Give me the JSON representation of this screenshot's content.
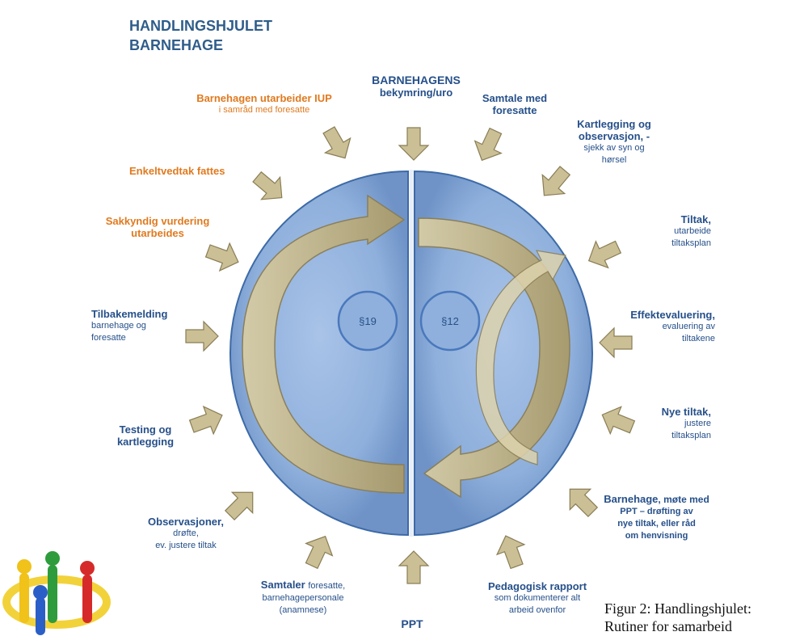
{
  "title": {
    "line1": "HANDLINGSHJULET",
    "line2": "BARNEHAGE"
  },
  "center": {
    "top": "BARNEHAGENS",
    "top_sub": "bekymring/uro",
    "left_para": "§19",
    "right_para": "§12",
    "bottom": "PPT"
  },
  "steps": {
    "iup": {
      "main": "Barnehagen utarbeider IUP",
      "sub": "i samråd med foresatte"
    },
    "enkeltvedtak": {
      "main": "Enkeltvedtak fattes"
    },
    "sakkyndig": {
      "main1": "Sakkyndig vurdering",
      "main2": "utarbeides"
    },
    "tilbakemelding": {
      "main": "Tilbakemelding",
      "sub1": "barnehage og",
      "sub2": "foresatte"
    },
    "testing": {
      "main1": "Testing og",
      "main2": "kartlegging"
    },
    "observasjoner": {
      "main": "Observasjoner,",
      "sub1": "drøfte,",
      "sub2": "ev. justere tiltak"
    },
    "samtaler": {
      "main": "Samtaler",
      "main_rest": "foresatte,",
      "sub1": "barnehagepersonale",
      "sub2": "(anamnese)"
    },
    "pedagogisk": {
      "main": "Pedagogisk rapport",
      "sub1": "som dokumenterer alt",
      "sub2": "arbeid ovenfor"
    },
    "barnehage_mote": {
      "main": "Barnehage",
      "main_rest": ", møte med",
      "sub1": "PPT – drøfting av",
      "sub2": "nye tiltak, eller råd",
      "sub3": "om henvisning"
    },
    "nye_tiltak": {
      "main": "Nye tiltak,",
      "sub1": "justere",
      "sub2": "tiltaksplan"
    },
    "effekt": {
      "main": "Effektevaluering,",
      "sub1": "evaluering av",
      "sub2": "tiltakene"
    },
    "tiltak": {
      "main": "Tiltak,",
      "sub1": "utarbeide",
      "sub2": "tiltaksplan"
    },
    "kartlegging": {
      "main1": "Kartlegging og",
      "main2": "observasjon, -",
      "sub1": "sjekk av syn og",
      "sub2": "hørsel"
    },
    "samtale": {
      "main1": "Samtale med",
      "main2": "foresatte"
    }
  },
  "caption": {
    "line1": "Figur 2: Handlingshjulet:",
    "line2": "Rutiner for samarbeid"
  },
  "colors": {
    "wheel_fill": "#8fb0dc",
    "wheel_edge": "#3d6aa6",
    "arrow_fill": "#cbbf95",
    "arrow_stroke": "#8a7d55",
    "label_blue": "#26508a",
    "label_orange": "#e07a1f",
    "title_blue": "#2f5d8a"
  },
  "icons": [
    "people-circle-icon"
  ]
}
